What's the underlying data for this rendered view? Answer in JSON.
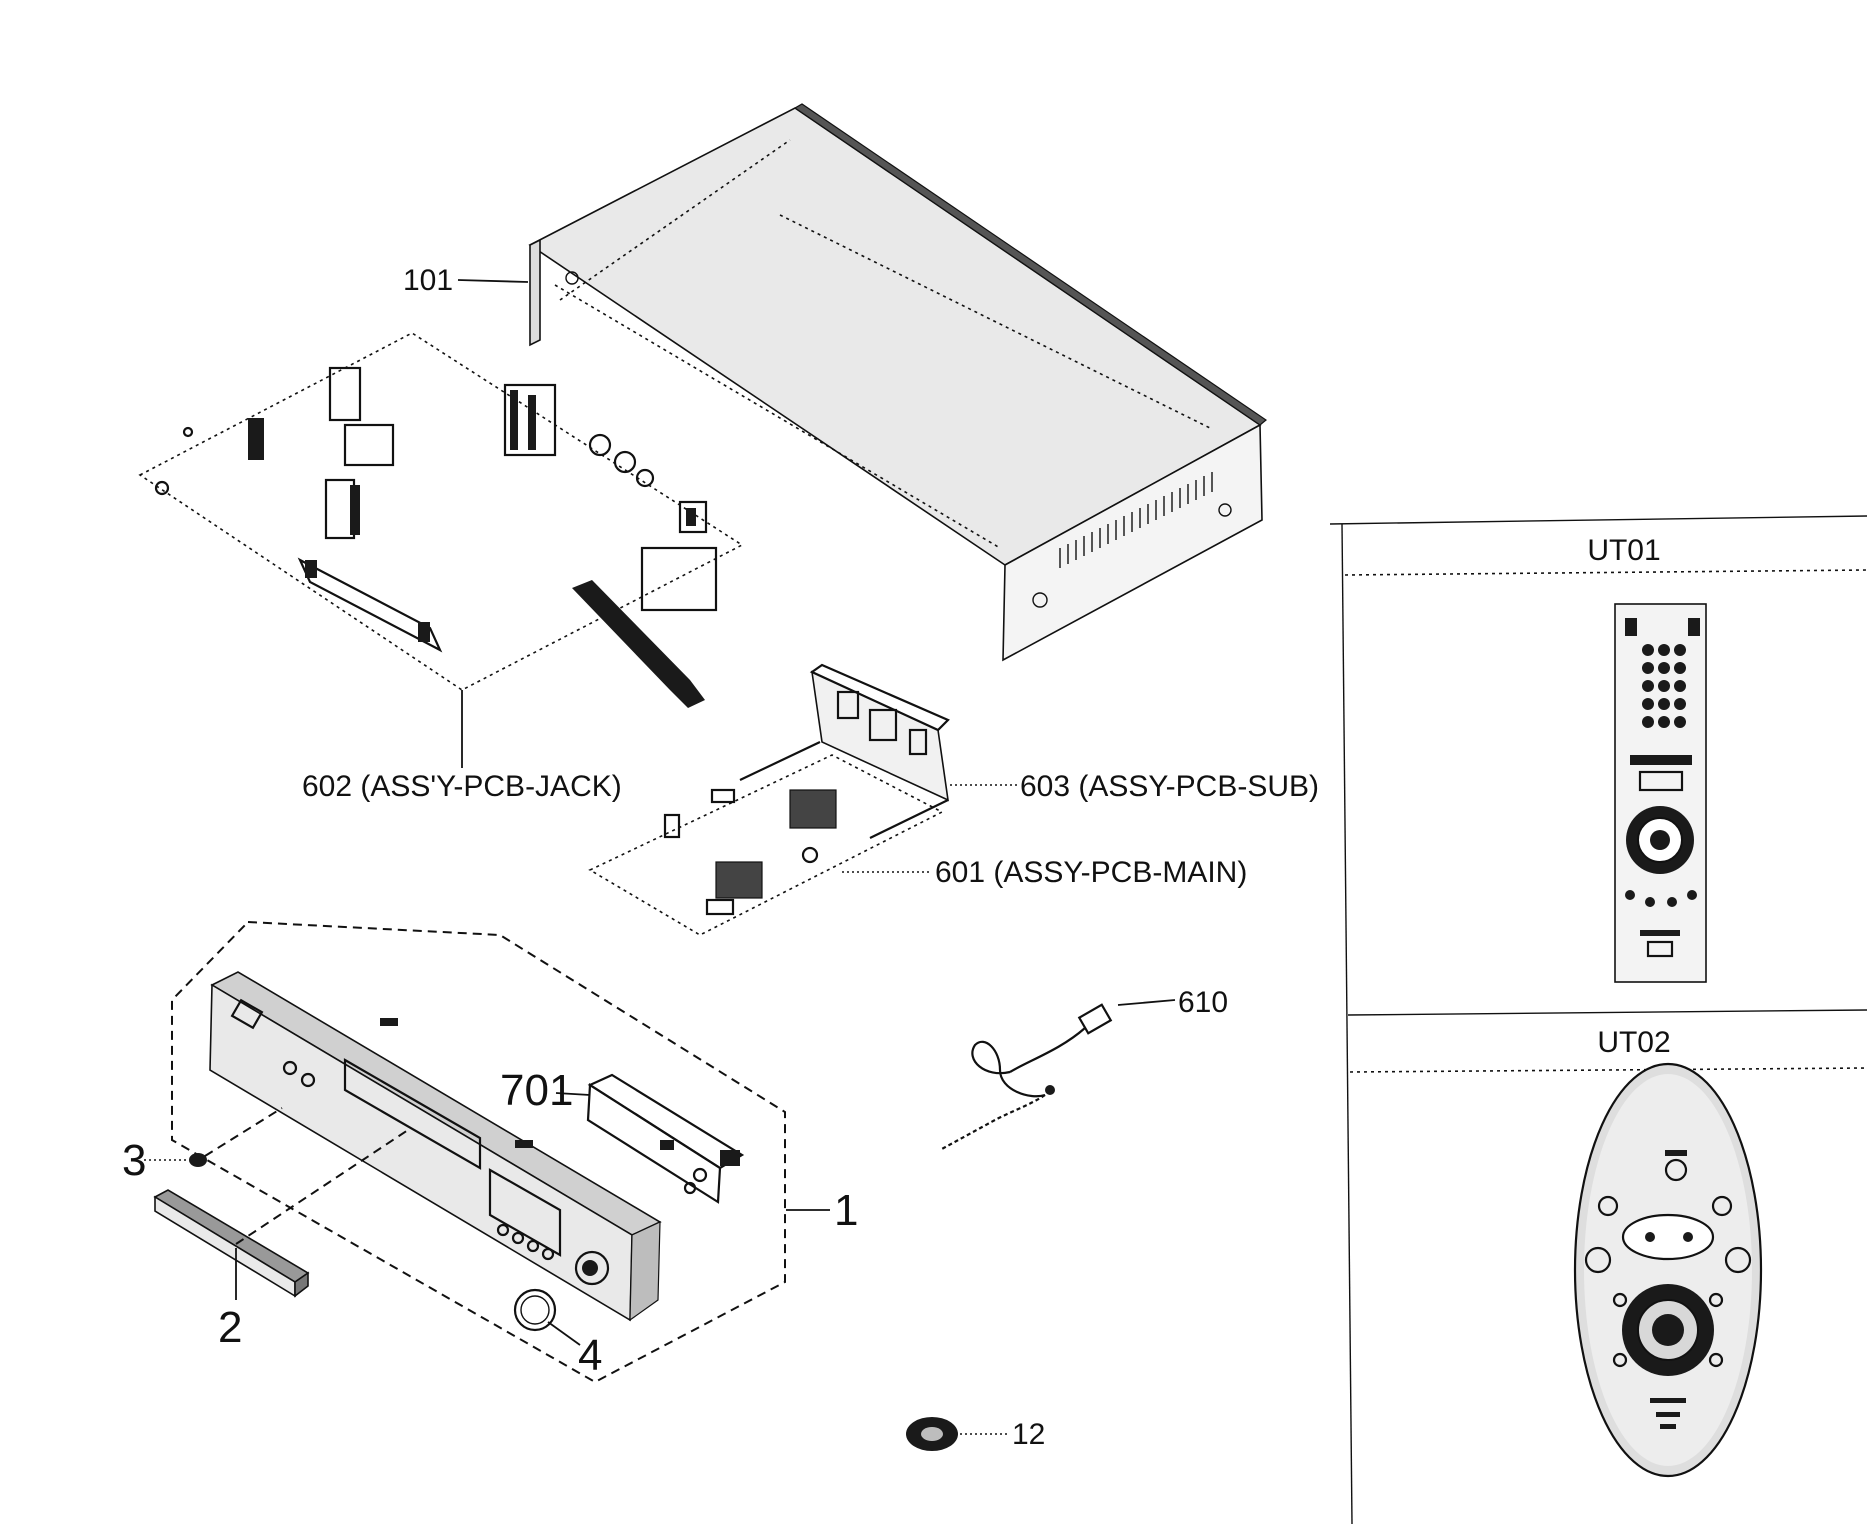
{
  "labels": {
    "p101": "101",
    "p602": "602 (ASS'Y-PCB-JACK)",
    "p603": "603 (ASSY-PCB-SUB)",
    "p601": "601 (ASSY-PCB-MAIN)",
    "p610": "610",
    "p701": "701",
    "p1": "1",
    "p2": "2",
    "p3": "3",
    "p4": "4",
    "p12": "12"
  },
  "accessories": {
    "ut01": "UT01",
    "ut02": "UT02"
  }
}
